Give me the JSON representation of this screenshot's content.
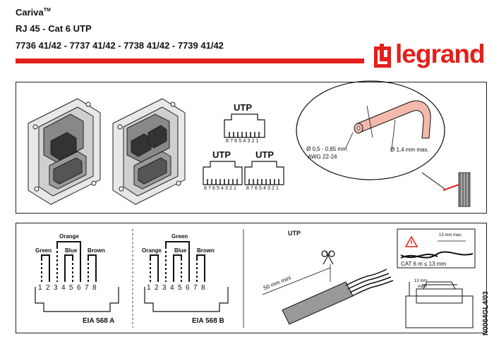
{
  "header": {
    "product": "Cariva",
    "trademark": "TM",
    "subtitle": "RJ 45 - Cat 6 UTP",
    "refs": "7736 41/42 - 7737 41/42 - 7738 41/42 - 7739 41/42"
  },
  "brand": {
    "name": "legrand",
    "registered": "®",
    "color": "#e2201c"
  },
  "top_panel": {
    "utp_top": "UTP",
    "utp_left": "UTP",
    "utp_right": "UTP",
    "pins_top": "87654321",
    "pins_left": "87654321",
    "pins_right": "87654321",
    "wire_diameter": "Ø 0,5 - 0,65 mm",
    "awg": "AWG 22-24",
    "cable_diameter": "Ø 1,4 mm max."
  },
  "eia_a": {
    "label": "EIA 568 A",
    "colors": [
      "Green",
      "Orange",
      "Blue",
      "Brown"
    ],
    "pins": [
      "1",
      "2",
      "3",
      "4",
      "5",
      "6",
      "7",
      "8"
    ]
  },
  "eia_b": {
    "label": "EIA 568 B",
    "colors": [
      "Orange",
      "Green",
      "Blue",
      "Brown"
    ],
    "pins": [
      "1",
      "2",
      "3",
      "4",
      "5",
      "6",
      "7",
      "8"
    ]
  },
  "strip_panel": {
    "title": "UTP",
    "strip_length": "50 mm mini",
    "untwist_max": "13 mm max.",
    "cat_rule": "CAT 6 m ≤ 13 mm",
    "maxi_len": "13 mm",
    "maxi": "maxi"
  },
  "doc_code": "N0064GL4/03"
}
